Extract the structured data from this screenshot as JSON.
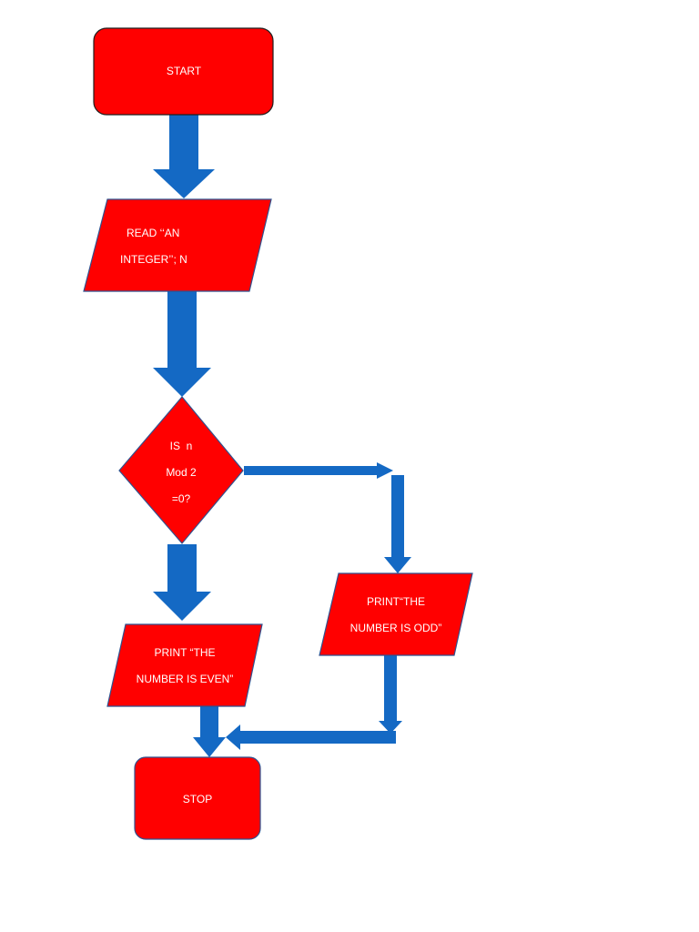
{
  "colors": {
    "shape_fill": "#ff0000",
    "shape_stroke": "#2f528f",
    "terminal_stroke": "#1f1f1f",
    "arrow_fill": "#1469c4",
    "text": "#ffffff"
  },
  "flowchart": {
    "start": {
      "label": "START"
    },
    "read": {
      "line1": "READ ‘‘AN",
      "line2": "INTEGER’’; N"
    },
    "decision": {
      "line1": "IS  n",
      "line2": "Mod 2",
      "line3": "=0?"
    },
    "print_even": {
      "line1": "PRINT “THE",
      "line2": "NUMBER IS EVEN”"
    },
    "print_odd": {
      "line1": "PRINT“THE",
      "line2": "NUMBER IS ODD”"
    },
    "stop": {
      "label": "STOP"
    }
  }
}
